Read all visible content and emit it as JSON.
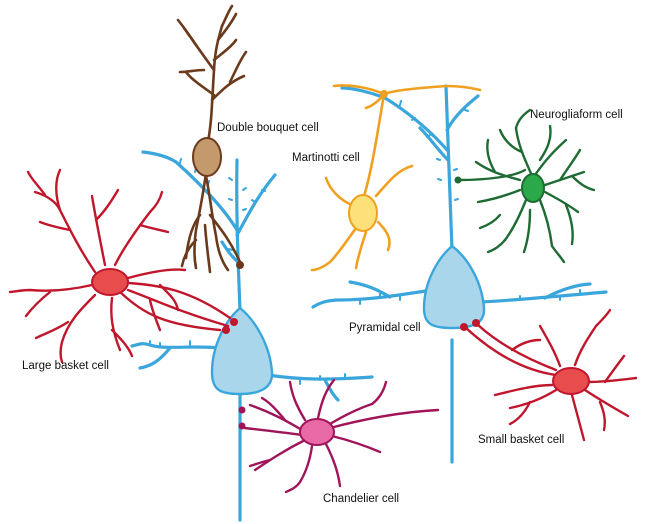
{
  "labels": {
    "double_bouquet": "Double bouquet cell",
    "martinotti": "Martinotti cell",
    "neurogliaform": "Neurogliaform cell",
    "large_basket": "Large basket cell",
    "pyramidal": "Pyramidal cell",
    "chandelier": "Chandelier cell",
    "small_basket": "Small basket cell"
  },
  "colors": {
    "pyramidal_fill": "#a9d6ea",
    "pyramidal_stroke": "#3aa6dc",
    "double_bouquet": "#6b3a1c",
    "double_bouquet_fill": "#c49a6c",
    "martinotti": "#f0a020",
    "martinotti_fill": "#fce07a",
    "neurogliaform": "#1e6b34",
    "neurogliaform_fill": "#2aa84a",
    "large_basket": "#c0172c",
    "large_basket_fill": "#e84c4c",
    "chandelier": "#a0155a",
    "chandelier_fill": "#e76aa6",
    "small_basket": "#c0172c",
    "small_basket_fill": "#e84c4c"
  }
}
